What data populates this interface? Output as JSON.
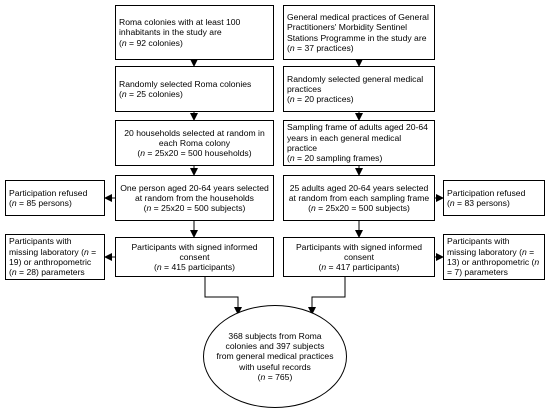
{
  "boxes": {
    "roma_colonies": {
      "text": "Roma colonies with at least 100 inhabitants in the study are",
      "n": "92 colonies"
    },
    "gp_practices": {
      "text": "General medical practices of General Practitioners' Morbidity Sentinel Stations Programme in the study are",
      "n": "37 practices"
    },
    "roma_selected": {
      "text": "Randomly selected Roma colonies",
      "n": "25 colonies"
    },
    "gp_selected": {
      "text": "Randomly selected general medical practices",
      "n": "20 practices"
    },
    "roma_households": {
      "text": "20 households selected at random in each Roma colony",
      "n": "25x20 = 500 households"
    },
    "gp_frame": {
      "text": "Sampling frame of adults aged 20-64 years in each general medical practice",
      "n": "20 sampling frames"
    },
    "roma_person": {
      "text": "One person aged 20-64 years selected at random from the households",
      "n": "25x20 = 500 subjects"
    },
    "gp_adults": {
      "text": "25 adults aged 20-64 years selected at random from each sampling frame",
      "n": "25x20 = 500 subjects"
    },
    "roma_refused": {
      "text": "Participation refused",
      "n": "85 persons"
    },
    "gp_refused": {
      "text": "Participation refused",
      "n": "83 persons"
    },
    "roma_consent": {
      "text": "Participants with signed informed consent",
      "n": "415 participants"
    },
    "gp_consent": {
      "text": "Participants with signed informed consent",
      "n": "417 participants"
    },
    "roma_missing": {
      "pre": "Participants with missing laboratory (",
      "n1": "19",
      "mid": ") or anthropometric (",
      "n2": "28",
      "post": ") parameters"
    },
    "gp_missing": {
      "pre": "Participants with missing laboratory (",
      "n1": "13",
      "mid": ") or anthropometric (",
      "n2": "7",
      "post": ") parameters"
    }
  },
  "final": {
    "text": "368 subjects from Roma colonies and 397 subjects from general medical practices with useful records",
    "n": "765"
  },
  "labels": {
    "n_symbol": "n",
    "eq": " = "
  }
}
